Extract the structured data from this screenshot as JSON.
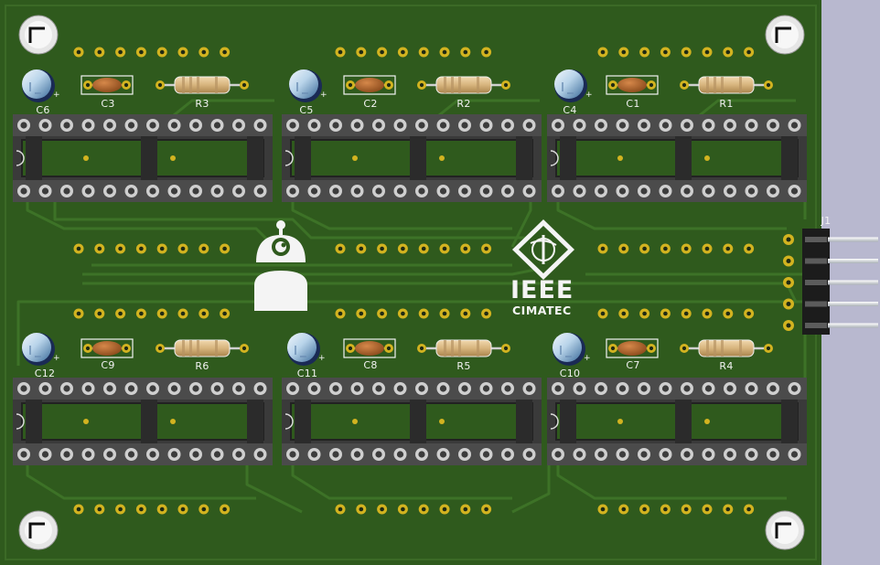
{
  "viewer": {
    "background_color": "#b8b8cf",
    "board_color": "#2f5a1d",
    "trace_color": "#3d7227",
    "pad_color": "#d2b320",
    "silkscreen_color": "#f2f2f2"
  },
  "logo": {
    "line1": "IEEE",
    "line2": "CIMATEC",
    "emblem": "ieee-emblem-icon",
    "robot": "robot-logo-icon"
  },
  "components": {
    "capacitors_electrolytic": [
      "C6",
      "C5",
      "C4",
      "C12",
      "C11",
      "C10"
    ],
    "capacitors_ceramic": [
      "C3",
      "C2",
      "C1",
      "C9",
      "C8",
      "C7"
    ],
    "resistors": [
      "R3",
      "R2",
      "R1",
      "R6",
      "R5",
      "R4"
    ],
    "connector": "J1"
  }
}
